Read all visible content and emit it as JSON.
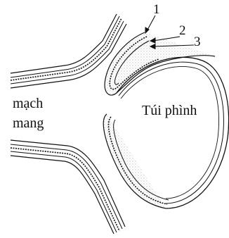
{
  "figure": {
    "labels": {
      "vessel": [
        "mạch",
        "mang"
      ],
      "aneurysm": "Túi phình"
    },
    "callouts": [
      "1",
      "2",
      "3"
    ],
    "colors": {
      "ink": "#111111",
      "background": "#ffffff"
    }
  }
}
